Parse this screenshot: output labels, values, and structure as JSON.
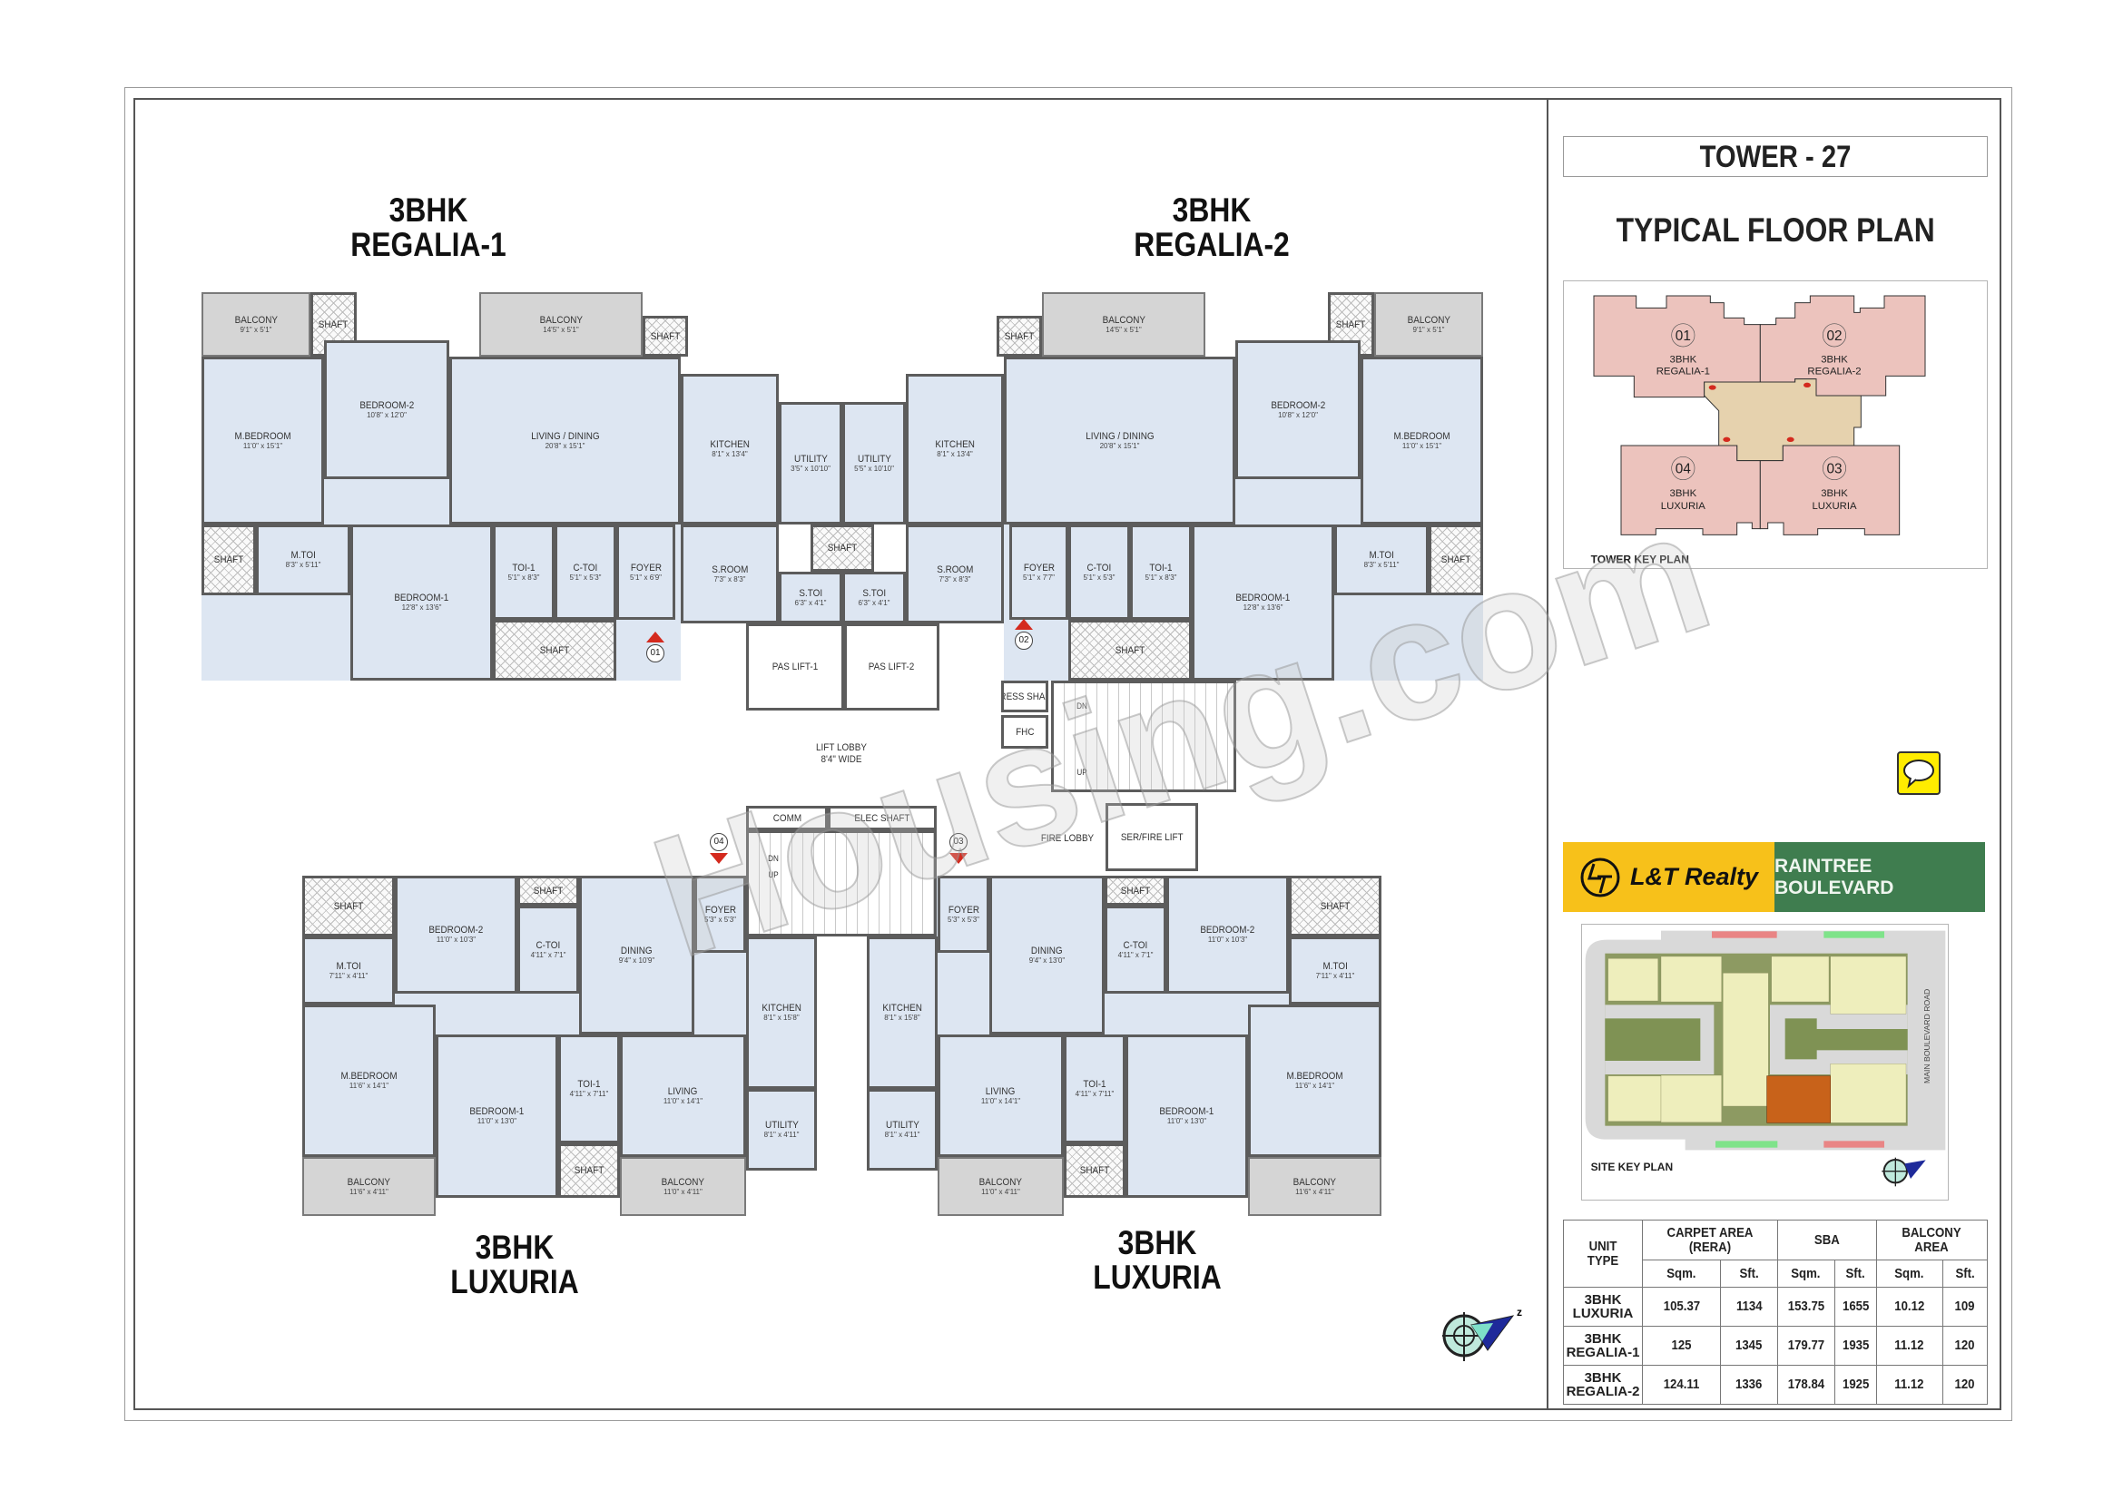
{
  "units": {
    "regalia_1": {
      "heading": [
        "3BHK",
        "REGALIA-1"
      ],
      "rooms": [
        {
          "label": "BALCONY",
          "dims": "9'1\" x 5'1\""
        },
        {
          "label": "SHAFT",
          "dims": ""
        },
        {
          "label": "BALCONY",
          "dims": "14'5\" x 5'1\""
        },
        {
          "label": "SHAFT",
          "dims": ""
        },
        {
          "label": "BEDROOM-2",
          "dims": "10'8\" x 12'0\""
        },
        {
          "label": "M.BEDROOM",
          "dims": "11'0\" x 15'1\""
        },
        {
          "label": "LIVING / DINING",
          "dims": "20'8\" x 15'1\""
        },
        {
          "label": "SHAFT",
          "dims": ""
        },
        {
          "label": "M.TOI",
          "dims": "8'3\" x 5'11\""
        },
        {
          "label": "BEDROOM-1",
          "dims": "12'8\" x 13'6\""
        },
        {
          "label": "TOI-1",
          "dims": "5'1\" x 8'3\""
        },
        {
          "label": "C-TOI",
          "dims": "5'1\" x 5'3\""
        },
        {
          "label": "SHAFT",
          "dims": ""
        },
        {
          "label": "FOYER",
          "dims": "5'1\" x 6'9\""
        },
        {
          "label": "KITCHEN",
          "dims": "8'1\" x 13'4\""
        },
        {
          "label": "UTILITY",
          "dims": "3'5\" x 10'10\""
        },
        {
          "label": "S.ROOM",
          "dims": "7'3\" x 8'3\""
        },
        {
          "label": "S.TOI",
          "dims": "6'3\" x 4'1\""
        }
      ]
    },
    "regalia_2": {
      "heading": [
        "3BHK",
        "REGALIA-2"
      ],
      "rooms": [
        {
          "label": "BALCONY",
          "dims": "9'1\" x 5'1\""
        },
        {
          "label": "SHAFT",
          "dims": ""
        },
        {
          "label": "BALCONY",
          "dims": "14'5\" x 5'1\""
        },
        {
          "label": "SHAFT",
          "dims": ""
        },
        {
          "label": "BEDROOM-2",
          "dims": "10'8\" x 12'0\""
        },
        {
          "label": "M.BEDROOM",
          "dims": "11'0\" x 15'1\""
        },
        {
          "label": "LIVING / DINING",
          "dims": "20'8\" x 15'1\""
        },
        {
          "label": "SHAFT",
          "dims": ""
        },
        {
          "label": "M.TOI",
          "dims": "8'3\" x 5'11\""
        },
        {
          "label": "BEDROOM-1",
          "dims": "12'8\" x 13'6\""
        },
        {
          "label": "TOI-1",
          "dims": "5'1\" x 8'3\""
        },
        {
          "label": "C-TOI",
          "dims": "5'1\" x 5'3\""
        },
        {
          "label": "SHAFT",
          "dims": ""
        },
        {
          "label": "FOYER",
          "dims": "5'1\" x 7'7\""
        },
        {
          "label": "KITCHEN",
          "dims": "8'1\" x 13'4\""
        },
        {
          "label": "UTILITY",
          "dims": "5'5\" x 10'10\""
        },
        {
          "label": "S.ROOM",
          "dims": "7'3\" x 8'3\""
        },
        {
          "label": "S.TOI",
          "dims": "6'3\" x 4'1\""
        }
      ]
    },
    "luxuria_left": {
      "heading": [
        "3BHK",
        "LUXURIA"
      ],
      "rooms": [
        {
          "label": "SHAFT",
          "dims": ""
        },
        {
          "label": "M.TOI",
          "dims": "7'11\" x 4'11\""
        },
        {
          "label": "BEDROOM-2",
          "dims": "11'0\" x 10'3\""
        },
        {
          "label": "SHAFT",
          "dims": ""
        },
        {
          "label": "C-TOI",
          "dims": "4'11\" x 7'1\""
        },
        {
          "label": "DINING",
          "dims": "9'4\" x 10'9\""
        },
        {
          "label": "FOYER",
          "dims": "5'3\" x 5'3\""
        },
        {
          "label": "KITCHEN",
          "dims": "8'1\" x 15'8\""
        },
        {
          "label": "UTILITY",
          "dims": "8'1\" x 4'11\""
        },
        {
          "label": "M.BEDROOM",
          "dims": "11'6\" x 14'1\""
        },
        {
          "label": "BEDROOM-1",
          "dims": "11'0\" x 13'0\""
        },
        {
          "label": "TOI-1",
          "dims": "4'11\" x 7'11\""
        },
        {
          "label": "SHAFT",
          "dims": ""
        },
        {
          "label": "LIVING",
          "dims": "11'0\" x 14'1\""
        },
        {
          "label": "BALCONY",
          "dims": "11'6\" x 4'11\""
        },
        {
          "label": "BALCONY",
          "dims": "11'0\" x 4'11\""
        }
      ]
    },
    "luxuria_right": {
      "heading": [
        "3BHK",
        "LUXURIA"
      ],
      "rooms": [
        {
          "label": "SHAFT",
          "dims": ""
        },
        {
          "label": "M.TOI",
          "dims": "7'11\" x 4'11\""
        },
        {
          "label": "BEDROOM-2",
          "dims": "11'0\" x 10'3\""
        },
        {
          "label": "SHAFT",
          "dims": ""
        },
        {
          "label": "C-TOI",
          "dims": "4'11\" x 7'1\""
        },
        {
          "label": "DINING",
          "dims": "9'4\" x 13'0\""
        },
        {
          "label": "FOYER",
          "dims": "5'3\" x 5'3\""
        },
        {
          "label": "KITCHEN",
          "dims": "8'1\" x 15'8\""
        },
        {
          "label": "UTILITY",
          "dims": "8'1\" x 4'11\""
        },
        {
          "label": "M.BEDROOM",
          "dims": "11'6\" x 14'1\""
        },
        {
          "label": "BEDROOM-1",
          "dims": "11'0\" x 13'0\""
        },
        {
          "label": "TOI-1",
          "dims": "4'11\" x 7'11\""
        },
        {
          "label": "SHAFT",
          "dims": ""
        },
        {
          "label": "LIVING",
          "dims": "11'0\" x 14'1\""
        },
        {
          "label": "BALCONY",
          "dims": "11'6\" x 4'11\""
        },
        {
          "label": "BALCONY",
          "dims": "11'0\" x 4'11\""
        }
      ]
    }
  },
  "core": {
    "rooms": [
      {
        "label": "SHAFT",
        "dims": ""
      },
      {
        "label": "PAS LIFT-1",
        "dims": ""
      },
      {
        "label": "PAS LIFT-2",
        "dims": ""
      },
      {
        "label": "PRESS SHAFT",
        "dims": ""
      },
      {
        "label": "FHC",
        "dims": ""
      },
      {
        "label": "",
        "dims": ""
      },
      {
        "label": "SER/FIRE LIFT",
        "dims": ""
      },
      {
        "label": "COMM",
        "dims": ""
      },
      {
        "label": "ELEC SHAFT",
        "dims": ""
      },
      {
        "label": "",
        "dims": ""
      }
    ],
    "lift_lobby": [
      "LIFT LOBBY",
      "8'4\" WIDE"
    ],
    "fire_lobby": "FIRE LOBBY",
    "stair_marks": [
      "DN",
      "UP",
      "DN",
      "UP"
    ]
  },
  "entry_markers": [
    "01",
    "02",
    "03",
    "04"
  ],
  "entry_color": "#d42a1e",
  "watermark": "Housing.com",
  "panel": {
    "tower_title": "TOWER - 27",
    "plan_title": "TYPICAL FLOOR PLAN",
    "tower_key_plan": {
      "label": "TOWER KEY PLAN",
      "units": [
        {
          "num": "01",
          "line1": "3BHK",
          "line2": "REGALIA-1"
        },
        {
          "num": "02",
          "line1": "3BHK",
          "line2": "REGALIA-2"
        },
        {
          "num": "04",
          "line1": "3BHK",
          "line2": "LUXURIA"
        },
        {
          "num": "03",
          "line1": "3BHK",
          "line2": "LUXURIA"
        }
      ],
      "unit_color": "#ecc3bd",
      "core_color": "#e6d2ae"
    },
    "brand": {
      "name": "L&T Realty",
      "project": "RAINTREE BOULEVARD",
      "yellow": "#f7c11a",
      "green": "#3f7d4f"
    },
    "site_key_plan": {
      "label": "SITE KEY PLAN",
      "road_label": "MAIN BOULEVARD ROAD",
      "highlight_color": "#c8621a"
    },
    "area_table": {
      "headers": [
        "UNIT TYPE",
        "CARPET AREA (RERA)",
        "SBA",
        "BALCONY AREA"
      ],
      "subheaders": [
        "Sqm.",
        "Sft.",
        "Sqm.",
        "Sft.",
        "Sqm.",
        "Sft."
      ],
      "rows": [
        {
          "unit": [
            "3BHK",
            "LUXURIA"
          ],
          "values": [
            "105.37",
            "1134",
            "153.75",
            "1655",
            "10.12",
            "109"
          ]
        },
        {
          "unit": [
            "3BHK",
            "REGALIA-1"
          ],
          "values": [
            "125",
            "1345",
            "179.77",
            "1935",
            "11.12",
            "120"
          ]
        },
        {
          "unit": [
            "3BHK",
            "REGALIA-2"
          ],
          "values": [
            "124.11",
            "1336",
            "178.84",
            "1925",
            "11.12",
            "120"
          ]
        }
      ]
    }
  }
}
